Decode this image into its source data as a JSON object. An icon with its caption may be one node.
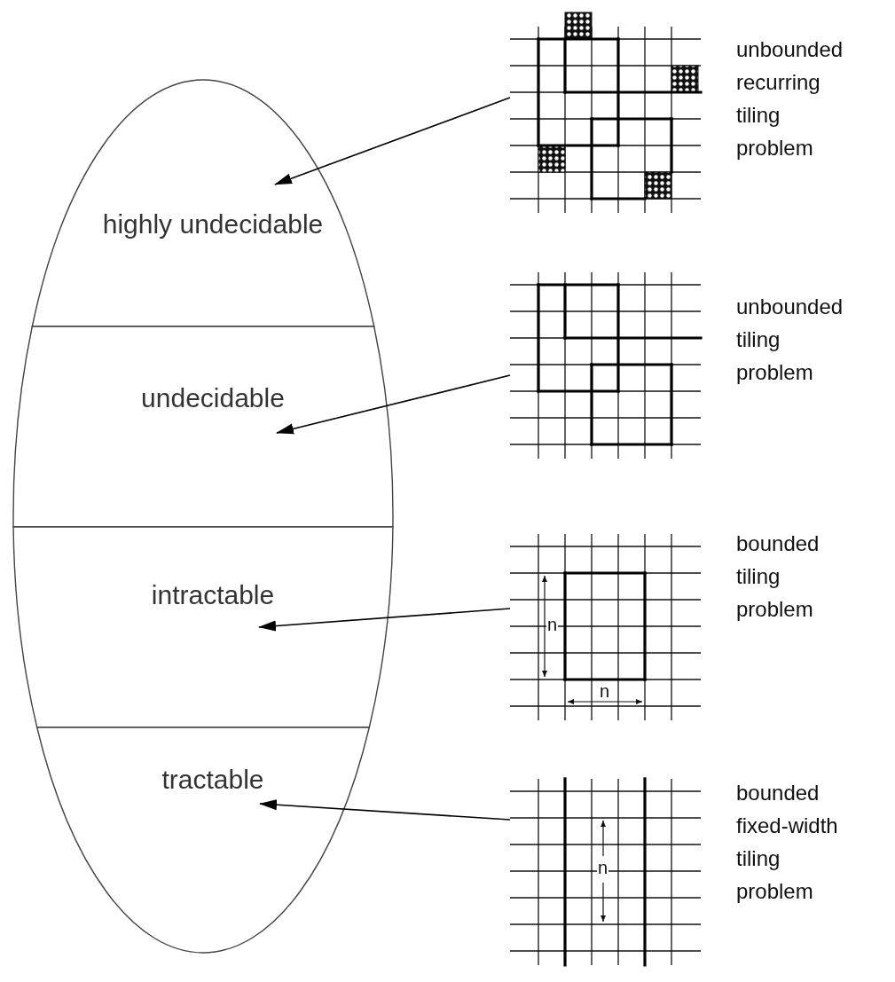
{
  "diagram": {
    "nodes": [
      {
        "text": [
          "highly undecidable"
        ]
      },
      {
        "text": [
          "undecidable"
        ]
      },
      {
        "text": [
          "intractable"
        ]
      },
      {
        "text": [
          "tractable"
        ]
      },
      {
        "text": [],
        "shape": "grid",
        "beside": [
          "unbounded recurring tiling problem"
        ]
      },
      {
        "text": [],
        "shape": "grid",
        "beside": [
          "unbounded tiling problem"
        ]
      },
      {
        "text": [],
        "shape": "grid",
        "beside": [
          "bounded tiling problem"
        ]
      },
      {
        "text": [],
        "shape": "grid",
        "beside": [
          "bounded fixed-width tiling problem"
        ]
      }
    ],
    "edges": [
      {
        "from": 4,
        "to": 0,
        "arrow": "to"
      },
      {
        "from": 5,
        "to": 1,
        "arrow": "to"
      },
      {
        "from": 6,
        "to": 2,
        "arrow": "to"
      },
      {
        "from": 7,
        "to": 3,
        "arrow": "to"
      }
    ],
    "labels": [
      "n",
      "n",
      "n"
    ]
  }
}
